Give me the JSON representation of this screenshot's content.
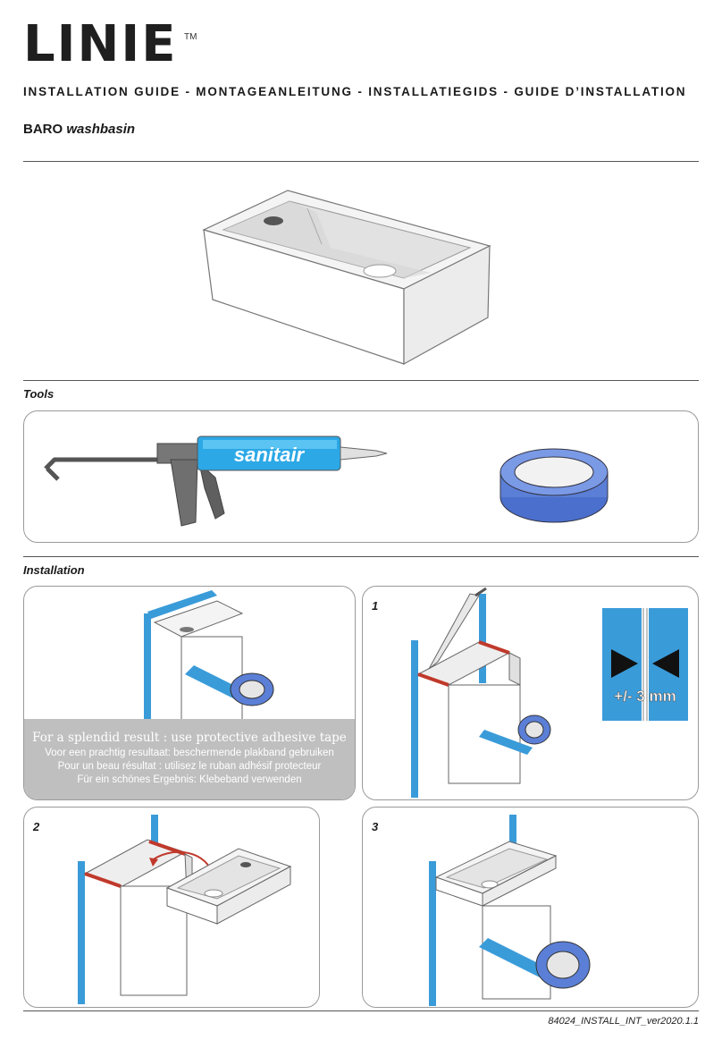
{
  "brand": {
    "logo_text": "LINIE",
    "trademark": "TM"
  },
  "header": {
    "title": "INSTALLATION GUIDE - MONTAGEANLEITUNG - INSTALLATIEGIDS - GUIDE D’INSTALLATION",
    "product_name": "BARO",
    "product_type": "washbasin"
  },
  "sections": {
    "tools": "Tools",
    "installation": "Installation"
  },
  "tools": {
    "sealant_label": "sanitair"
  },
  "tip": {
    "en": "For a splendid result : use protective adhesive tape",
    "nl": "Voor een prachtig resultaat: beschermende plakband gebruiken",
    "fr": "Pour un beau résultat : utilisez le ruban adhésif protecteur",
    "de": "Für ein schönes Ergebnis: Klebeband verwenden"
  },
  "steps": [
    {
      "number": "1",
      "gap_label": "+/- 3 mm"
    },
    {
      "number": "2"
    },
    {
      "number": "3"
    }
  ],
  "footer": {
    "doc_code": "84024_INSTALL_INT_ver2020.1.1"
  },
  "colors": {
    "tape_blue": "#3a9bd9",
    "sealant_red": "#c0392b",
    "tape_roll_blue": "#5b7fd6",
    "tip_bg": "#bfbfbf"
  }
}
